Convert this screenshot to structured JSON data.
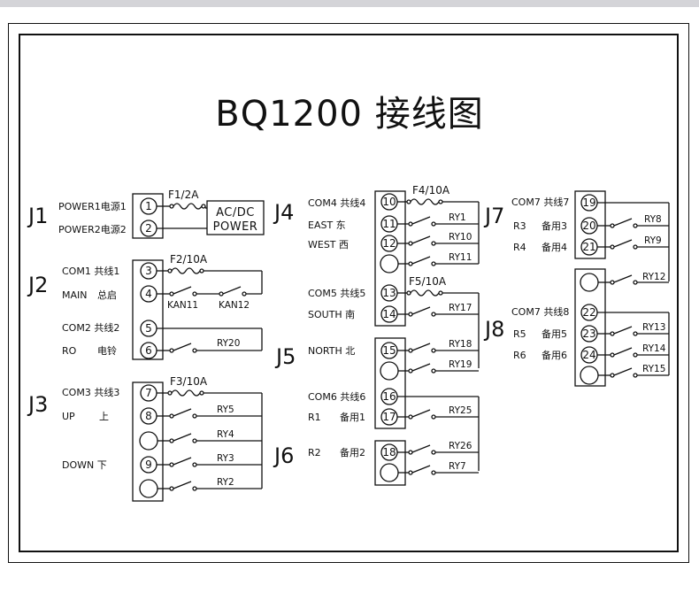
{
  "title": "BQ1200 接线图",
  "groups": {
    "J1": "J1",
    "J2": "J2",
    "J3": "J3",
    "J4": "J4",
    "J5": "J5",
    "J6": "J6",
    "J7": "J7",
    "J8": "J8"
  },
  "terminals": [
    "1",
    "2",
    "3",
    "4",
    "5",
    "6",
    "7",
    "8",
    "9",
    "10",
    "11",
    "12",
    "13",
    "14",
    "15",
    "16",
    "17",
    "18",
    "19",
    "20",
    "21",
    "22",
    "23",
    "24"
  ],
  "labels": {
    "power1": "POWER1电源1",
    "power2": "POWER2电源2",
    "com1": "COM1 共线1",
    "main_en": "MAIN",
    "main_cn": "总启",
    "com2": "COM2 共线2",
    "ro_en": "RO",
    "ro_cn": "电铃",
    "com3": "COM3 共线3",
    "up_en": "UP",
    "up_cn": "上",
    "down": "DOWN 下",
    "com4": "COM4 共线4",
    "east": "EAST 东",
    "west": "WEST 西",
    "com5": "COM5 共线5",
    "south": "SOUTH 南",
    "north": "NORTH 北",
    "com6": "COM6 共线6",
    "r1_en": "R1",
    "r1_cn": "备用1",
    "r2_en": "R2",
    "r2_cn": "备用2",
    "com7_7": "COM7 共线7",
    "r3_en": "R3",
    "r3_cn": "备用3",
    "r4_en": "R4",
    "r4_cn": "备用4",
    "com7_8": "COM7 共线8",
    "r5_en": "R5",
    "r5_cn": "备用5",
    "r6_en": "R6",
    "r6_cn": "备用6"
  },
  "fuses": {
    "f1": "F1/2A",
    "f2": "F2/10A",
    "f3": "F3/10A",
    "f4": "F4/10A",
    "f5": "F5/10A"
  },
  "power_box": {
    "line1": "AC/DC",
    "line2": "POWER"
  },
  "switches": {
    "kan11": "KAN11",
    "kan12": "KAN12",
    "ry20": "RY20",
    "ry5": "RY5",
    "ry4": "RY4",
    "ry3": "RY3",
    "ry2": "RY2",
    "ry1": "RY1",
    "ry10": "RY10",
    "ry11": "RY11",
    "ry17": "RY17",
    "ry18": "RY18",
    "ry19": "RY19",
    "ry25": "RY25",
    "ry26": "RY26",
    "ry7": "RY7",
    "ry8": "RY8",
    "ry9": "RY9",
    "ry12": "RY12",
    "ry13": "RY13",
    "ry14": "RY14",
    "ry15": "RY15"
  }
}
